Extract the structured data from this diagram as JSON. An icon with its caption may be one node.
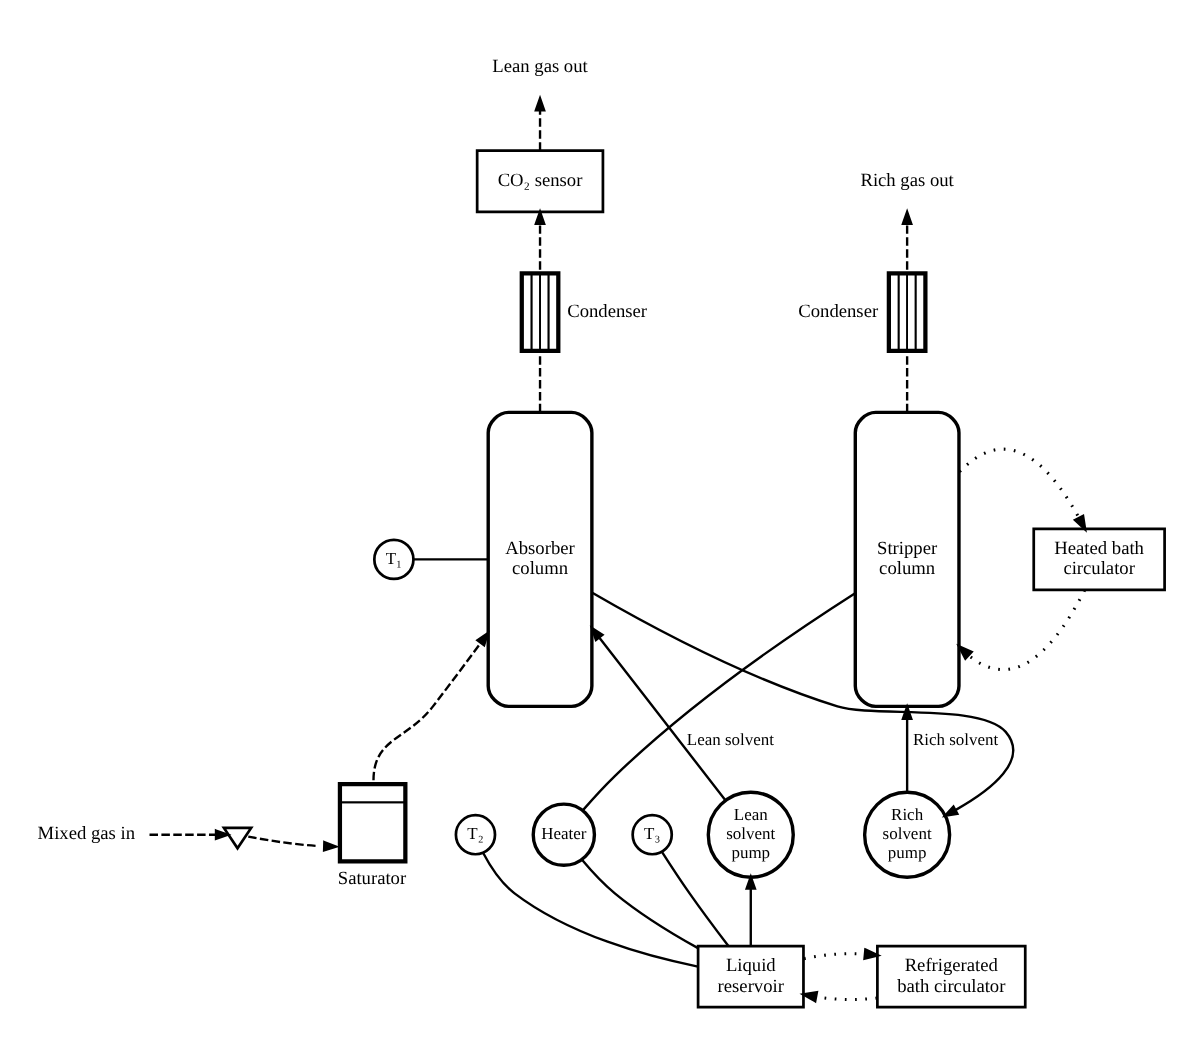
{
  "diagram": {
    "nodes": [
      {
        "text": [
          "Lean gas out"
        ]
      },
      {
        "text": [
          "CO₂ sensor"
        ]
      },
      {
        "text": [
          "Rich gas out"
        ]
      },
      {
        "text": [
          "Condenser"
        ]
      },
      {
        "text": [
          "Condenser"
        ]
      },
      {
        "text": [
          "Absorber column"
        ]
      },
      {
        "text": [
          "Stripper column"
        ]
      },
      {
        "text": [
          "T₁"
        ]
      },
      {
        "text": [
          "Heated bath circulator"
        ]
      },
      {
        "text": [
          "Mixed gas in"
        ]
      },
      {
        "text": [],
        "shape": "valve"
      },
      {
        "text": [
          "Saturator"
        ]
      },
      {
        "text": [
          "Rich solvent pump"
        ]
      },
      {
        "text": [
          "Heater"
        ]
      },
      {
        "text": [
          "T₂"
        ]
      },
      {
        "text": [
          "T₃"
        ]
      },
      {
        "text": [
          "Liquid reservoir"
        ]
      },
      {
        "text": [
          "Refrigerated bath circulator"
        ]
      },
      {
        "text": [
          "Lean solvent pump"
        ]
      }
    ],
    "edges": [
      {
        "from": 1,
        "to": 0,
        "arrow": "to",
        "style": "dashed"
      },
      {
        "from": 3,
        "to": 1,
        "arrow": "to",
        "style": "dashed"
      },
      {
        "from": 5,
        "to": 3,
        "arrow": "none",
        "style": "dashed"
      },
      {
        "from": 4,
        "to": 2,
        "arrow": "to",
        "style": "dashed"
      },
      {
        "from": 6,
        "to": 4,
        "arrow": "none",
        "style": "dashed"
      },
      {
        "from": 18,
        "to": 5,
        "arrow": "to",
        "label": "Lean solvent"
      },
      {
        "from": 12,
        "to": 6,
        "arrow": "to",
        "label": "Rich solvent"
      },
      {
        "from": 7,
        "to": 5,
        "arrow": "none"
      },
      {
        "from": 6,
        "to": 8,
        "arrow": "to",
        "style": "dashed"
      },
      {
        "from": 8,
        "to": 6,
        "arrow": "to",
        "style": "dashed"
      },
      {
        "from": 9,
        "to": 10,
        "arrow": "to",
        "style": "dashed"
      },
      {
        "from": 10,
        "to": 11,
        "arrow": "to",
        "style": "dashed"
      },
      {
        "from": 11,
        "to": 5,
        "arrow": "to",
        "style": "dashed"
      },
      {
        "from": 5,
        "to": 12,
        "arrow": "to"
      },
      {
        "from": 6,
        "to": 13,
        "arrow": "none"
      },
      {
        "from": 13,
        "to": 16,
        "arrow": "none"
      },
      {
        "from": 14,
        "to": 16,
        "arrow": "none"
      },
      {
        "from": 15,
        "to": 16,
        "arrow": "none"
      },
      {
        "from": 16,
        "to": 17,
        "arrow": "to",
        "style": "dashed"
      },
      {
        "from": 17,
        "to": 16,
        "arrow": "to",
        "style": "dashed"
      },
      {
        "from": 16,
        "to": 18,
        "arrow": "to"
      }
    ]
  }
}
